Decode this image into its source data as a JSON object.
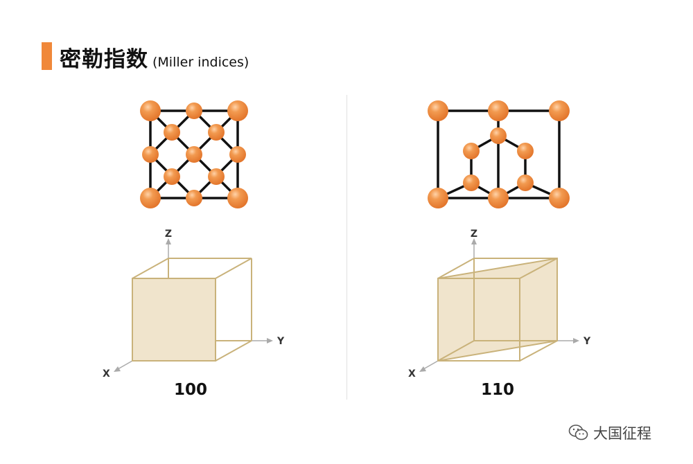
{
  "header": {
    "title": "密勒指数",
    "subtitle": "(Miller indices)"
  },
  "panels": [
    {
      "plane_label": "100",
      "axes": {
        "x": "X",
        "y": "Y",
        "z": "Z"
      }
    },
    {
      "plane_label": "110",
      "axes": {
        "x": "X",
        "y": "Y",
        "z": "Z"
      }
    }
  ],
  "watermark": {
    "text": "大国征程",
    "icon": "wechat-icon"
  },
  "colors": {
    "accent": "#f0883a",
    "atom": "#f0883a",
    "bond": "#111111",
    "cube_line": "#c9b27a",
    "plane_fill": "#f0e4cc",
    "axis": "#aaaaaa"
  }
}
